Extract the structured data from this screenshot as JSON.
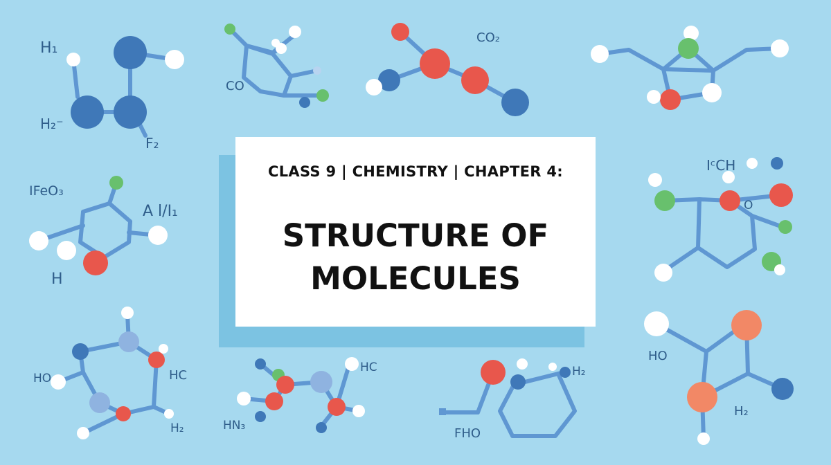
{
  "header": {
    "subtitle": "CLASS 9 | CHEMISTRY | CHAPTER 4:",
    "title_line1": "STRUCTURE OF",
    "title_line2": "MOLECULES"
  },
  "labels": {
    "a": "H₁",
    "b": "H₂⁻",
    "c": "F₂",
    "d": "CO",
    "e": "CO₂",
    "f": "IFeO₃",
    "g": "A l/I₁",
    "h": "H",
    "i": "IᶜCH",
    "j": "O",
    "k": "HO",
    "l": "HC",
    "m": "H₂",
    "n": "HC",
    "o": "HN₃",
    "p": "H₂",
    "q": "FHO",
    "r": "HO",
    "s": "H₂"
  },
  "colors": {
    "background": "#a6d9ef",
    "bond": "#5f97d2",
    "blue_atom": "#3f78b8",
    "red_atom": "#e8574c",
    "green_atom": "#68c06d",
    "white_atom": "#ffffff",
    "salmon_atom": "#f28866"
  },
  "icons": [
    "molecule-illustration"
  ]
}
